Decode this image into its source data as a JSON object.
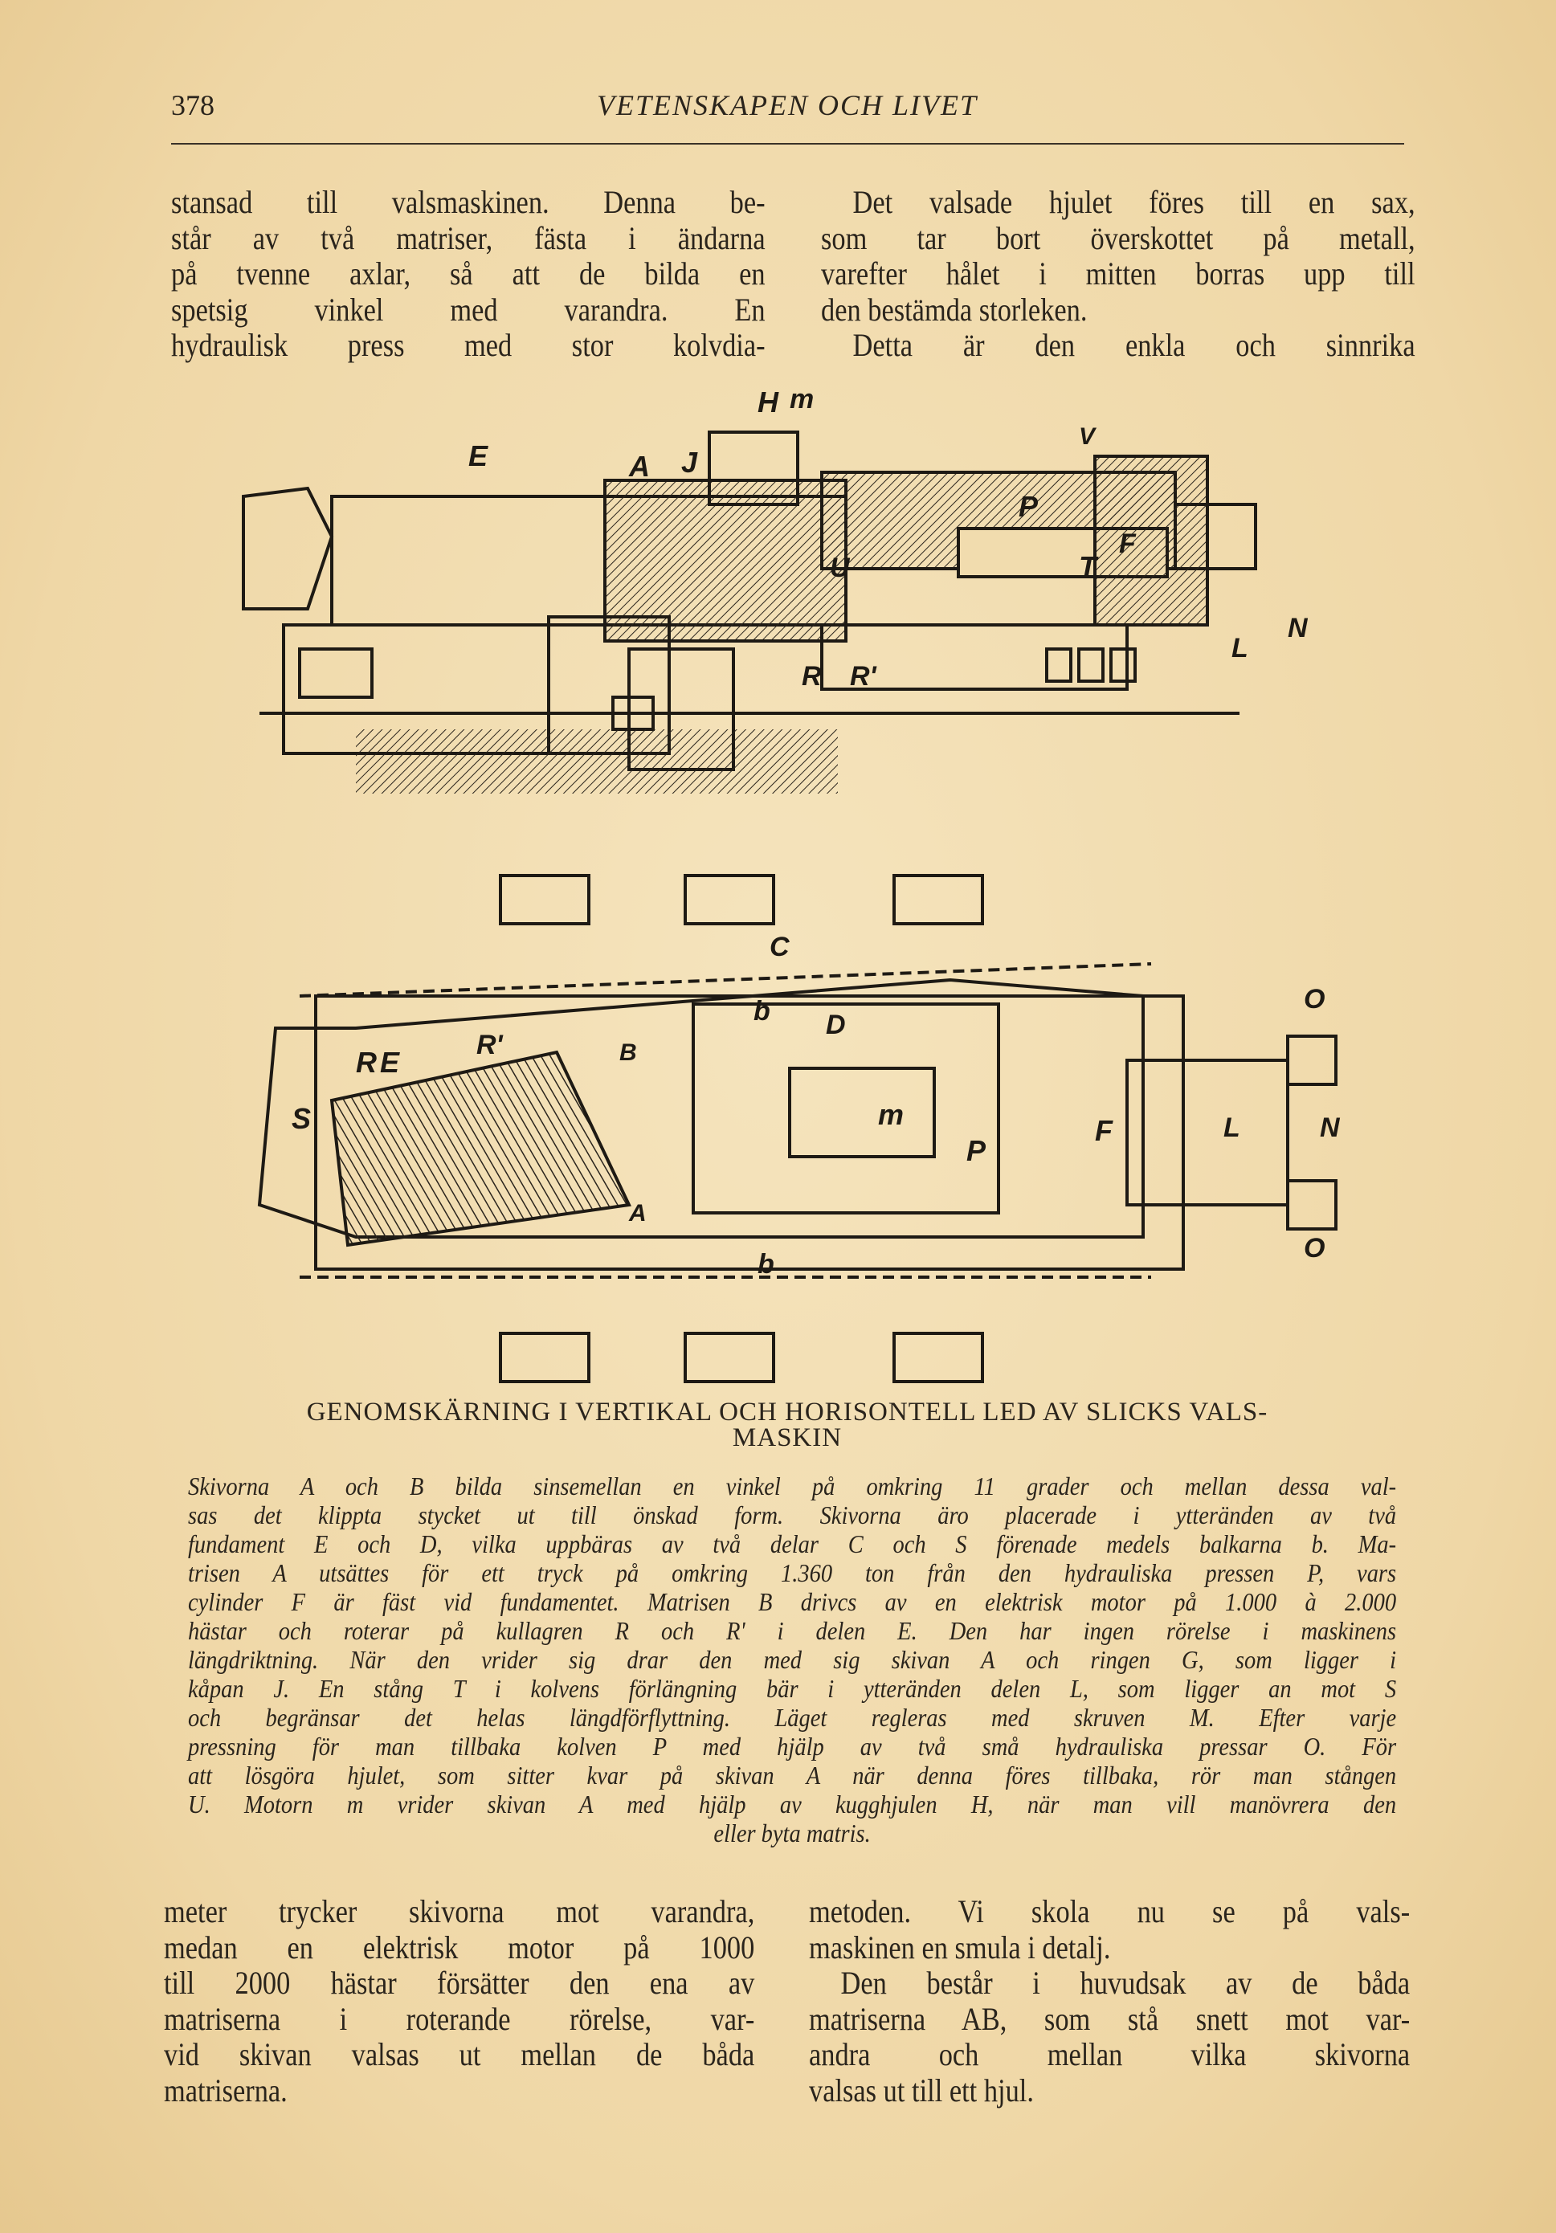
{
  "header": {
    "page_number": "378",
    "running_title": "VETENSKAPEN OCH LIVET"
  },
  "top_left": [
    "stansad till valsmaskinen. Denna be-",
    "står av två matriser, fästa i ändarna",
    "på tvenne axlar, så att de bilda en",
    "spetsig vinkel med varandra. En",
    "hydraulisk press med stor kolvdia-"
  ],
  "top_right": [
    "Det valsade hjulet föres till en sax,",
    "som tar bort överskottet på metall,",
    "varefter hålet i mitten borras upp till",
    "den bestämda storleken.",
    "Detta är den enkla och sinnrika"
  ],
  "figure1_labels": [
    "H",
    "m",
    "E",
    "A",
    "J",
    "V",
    "P",
    "U",
    "T",
    "F",
    "N",
    "L",
    "R",
    "R'"
  ],
  "figure2_labels": [
    "C",
    "b",
    "D",
    "R",
    "E",
    "R'",
    "B",
    "S",
    "m",
    "P",
    "F",
    "L",
    "N",
    "A",
    "b",
    "O",
    "O"
  ],
  "caption_title": [
    "GENOMSKÄRNING I VERTIKAL OCH HORISONTELL LED AV SLICKS VALS-",
    "MASKIN"
  ],
  "caption": [
    "Skivorna A och B bilda sinsemellan en vinkel på omkring 11 grader och mellan dessa val-",
    "sas det klippta stycket ut till önskad form.  Skivorna äro placerade i ytteränden av två",
    "fundament E och D, vilka uppbäras av två delar C och S förenade medels balkarna b.  Ma-",
    "trisen A utsättes för ett tryck på omkring 1.360 ton från den hydrauliska pressen P, vars",
    "cylinder F är fäst vid fundamentet.  Matrisen B drivcs av en elektrisk motor på 1.000 à 2.000",
    "hästar och roterar på kullagren R och R' i delen E.  Den har ingen rörelse i maskinens",
    "längdriktning.  När den vrider sig drar den med sig skivan A och ringen G, som ligger i",
    "kåpan J.  En stång T i kolvens förlängning bär i ytteränden delen L, som ligger an mot S",
    "och begränsar det helas längdförflyttning.  Läget regleras med skruven M.  Efter varje",
    "pressning för man tillbaka kolven P med hjälp av två små hydrauliska pressar O.  För",
    "att lösgöra hjulet, som sitter kvar på skivan A när denna föres tillbaka, rör man stången",
    "U.  Motorn m vrider skivan A med hjälp av kugghjulen H, när man vill manövrera den",
    "eller byta matris."
  ],
  "bottom_left": [
    "meter trycker skivorna mot varandra,",
    "medan en elektrisk motor på 1000",
    "till 2000 hästar försätter den ena av",
    "matriserna i roterande rörelse, var-",
    "vid skivan valsas ut mellan de båda",
    "matriserna."
  ],
  "bottom_right": [
    "metoden. Vi skola nu se på vals-",
    "maskinen en smula i detalj.",
    "Den består i huvudsak av de båda",
    "matriserna AB, som stå snett mot var-",
    "andra och mellan vilka skivorna",
    "valsas ut till ett hjul."
  ]
}
